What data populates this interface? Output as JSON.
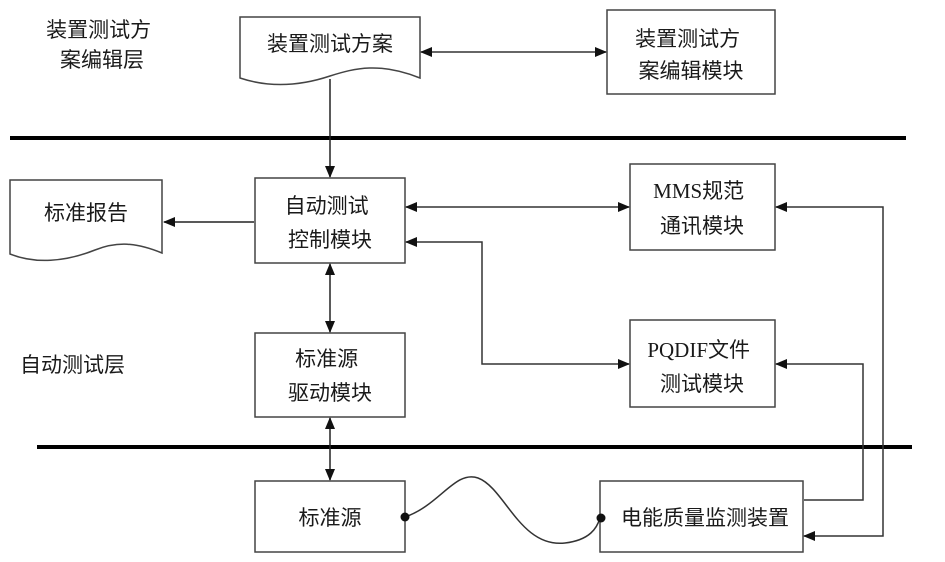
{
  "layers": [
    {
      "id": "edit-layer",
      "label_lines": [
        "装置测试方",
        "案编辑层"
      ]
    },
    {
      "id": "auto-test-layer",
      "label_lines": [
        "自动测试层"
      ]
    }
  ],
  "documents": {
    "test_plan": {
      "label": "装置测试方案"
    },
    "standard_report": {
      "label": "标准报告"
    }
  },
  "modules": {
    "plan_editor": {
      "lines": [
        "装置测试方",
        "案编辑模块"
      ]
    },
    "auto_test_control": {
      "lines": [
        "自动测试",
        "控制模块"
      ]
    },
    "mms_comm": {
      "lines": [
        "MMS规范",
        "通讯模块"
      ]
    },
    "source_driver": {
      "lines": [
        "标准源",
        "驱动模块"
      ]
    },
    "pqdif_test": {
      "lines": [
        "PQDIF文件",
        "测试模块"
      ]
    },
    "standard_source": {
      "lines": [
        "标准源"
      ]
    },
    "pq_monitor": {
      "lines": [
        "电能质量监测装置"
      ]
    }
  },
  "connections": [
    {
      "from": "test_plan",
      "to": "plan_editor",
      "direction": "bidirectional"
    },
    {
      "from": "test_plan",
      "to": "auto_test_control",
      "direction": "forward"
    },
    {
      "from": "auto_test_control",
      "to": "standard_report",
      "direction": "forward"
    },
    {
      "from": "auto_test_control",
      "to": "mms_comm",
      "direction": "bidirectional"
    },
    {
      "from": "auto_test_control",
      "to": "pqdif_test",
      "direction": "bidirectional"
    },
    {
      "from": "auto_test_control",
      "to": "source_driver",
      "direction": "bidirectional"
    },
    {
      "from": "source_driver",
      "to": "standard_source",
      "direction": "bidirectional"
    },
    {
      "from": "standard_source",
      "to": "pq_monitor",
      "direction": "cable"
    },
    {
      "from": "pq_monitor",
      "to": "pqdif_test",
      "direction": "forward"
    },
    {
      "from": "mms_comm",
      "to": "pq_monitor",
      "direction": "bidirectional"
    }
  ],
  "colors": {
    "line": "#1a1a1a",
    "divider": "#000000",
    "box_border": "#444444",
    "background": "#ffffff"
  }
}
